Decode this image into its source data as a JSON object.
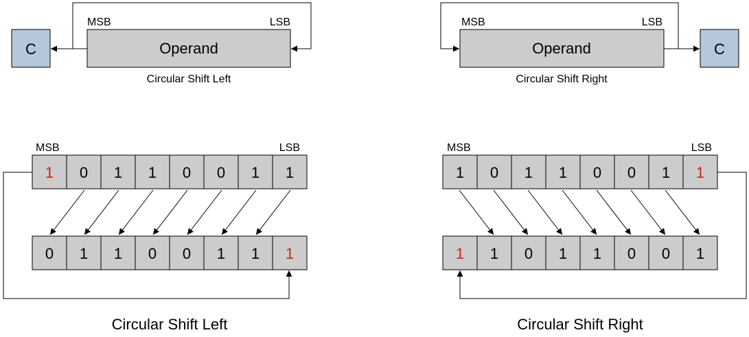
{
  "colors": {
    "box_fill": "#cccccc",
    "carry_fill": "#b4c7dc",
    "highlight_bit": "#c9211e",
    "normal_bit": "#000000"
  },
  "top_left": {
    "msb": "MSB",
    "lsb": "LSB",
    "operand": "Operand",
    "carry": "C",
    "caption": "Circular Shift Left"
  },
  "top_right": {
    "msb": "MSB",
    "lsb": "LSB",
    "operand": "Operand",
    "carry": "C",
    "caption": "Circular Shift Right"
  },
  "bottom_left": {
    "msb": "MSB",
    "lsb": "LSB",
    "before_bits": [
      "1",
      "0",
      "1",
      "1",
      "0",
      "0",
      "1",
      "1"
    ],
    "before_highlight": 0,
    "after_bits": [
      "0",
      "1",
      "1",
      "0",
      "0",
      "1",
      "1",
      "1"
    ],
    "after_highlight": 7,
    "caption": "Circular Shift Left"
  },
  "bottom_right": {
    "msb": "MSB",
    "lsb": "LSB",
    "before_bits": [
      "1",
      "0",
      "1",
      "1",
      "0",
      "0",
      "1",
      "1"
    ],
    "before_highlight": 7,
    "after_bits": [
      "1",
      "1",
      "0",
      "1",
      "1",
      "0",
      "0",
      "1"
    ],
    "after_highlight": 0,
    "caption": "Circular Shift Right"
  }
}
